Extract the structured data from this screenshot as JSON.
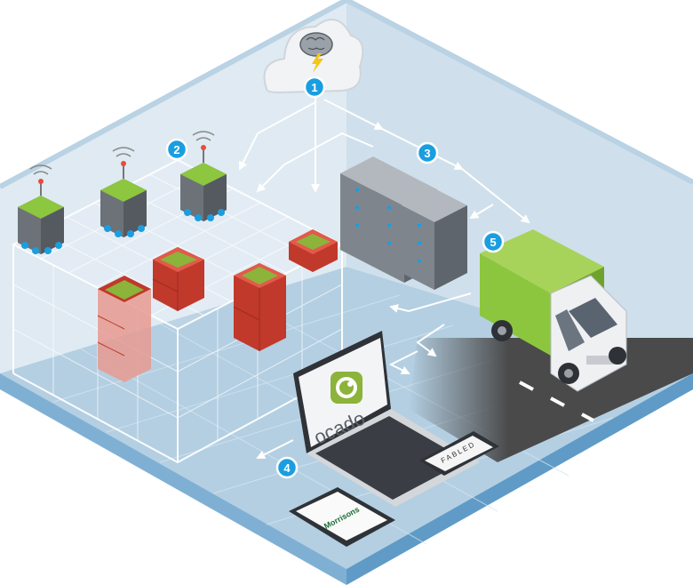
{
  "markers": [
    {
      "number": "1"
    },
    {
      "number": "2"
    },
    {
      "number": "3"
    },
    {
      "number": "4"
    },
    {
      "number": "5"
    }
  ],
  "laptop": {
    "brand": "ocado"
  },
  "tablet": {
    "brand": "Morrisons"
  },
  "phone": {
    "brand": "FABLED"
  },
  "colors": {
    "marker_blue": "#1a9ee0",
    "ocado_green": "#8cb33a",
    "van_green": "#8cc63f",
    "crate_red": "#d94a3a",
    "wall_light": "#dbe9f2",
    "floor_blue": "#aac8de",
    "road": "#4a4a4a",
    "server": "#8a9199"
  },
  "icons": {
    "cloud": "cloud-brain-icon",
    "robot": "grid-robot-icon",
    "server": "server-rack-icon",
    "van": "delivery-van-icon"
  }
}
